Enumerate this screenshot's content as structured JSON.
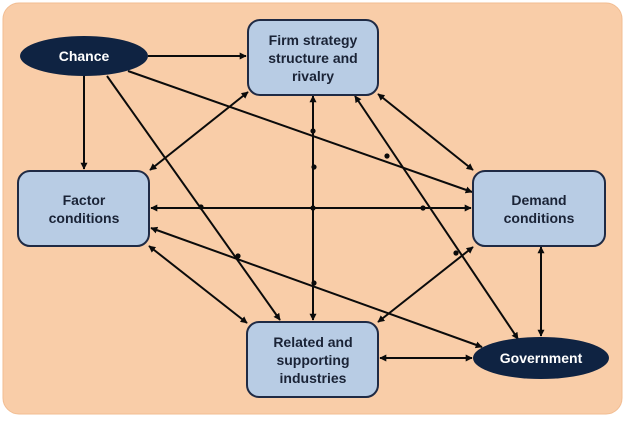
{
  "colors": {
    "background": "#f9cda8",
    "box_fill": "#b8cce4",
    "box_stroke": "#1f2a44",
    "ellipse_fill": "#0f2342",
    "arrow": "#0b0b0b"
  },
  "nodes": {
    "chance": "Chance",
    "firm": "Firm strategy structure and rivalry",
    "factor": "Factor conditions",
    "demand": "Demand conditions",
    "related": "Related and supporting industries",
    "government": "Government"
  }
}
